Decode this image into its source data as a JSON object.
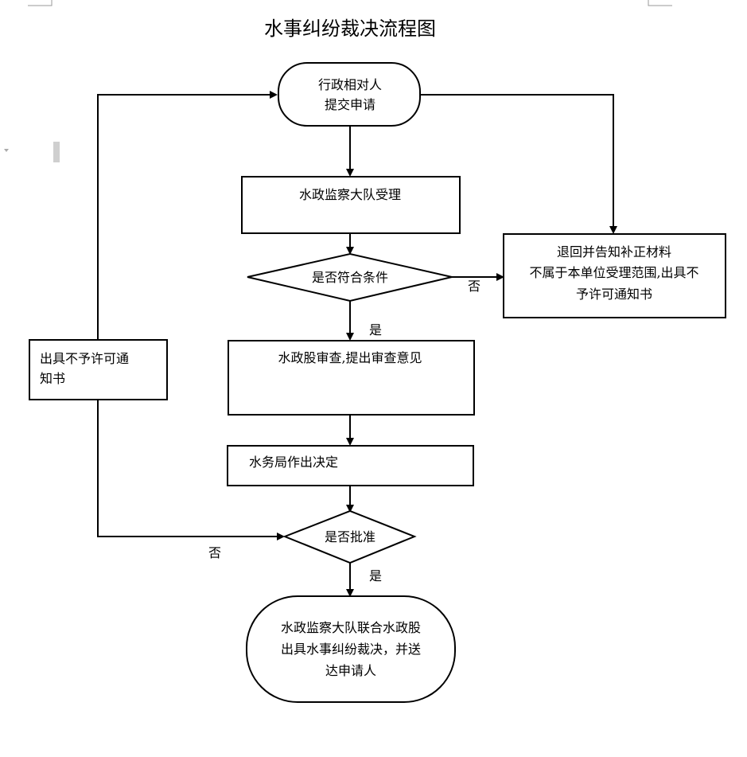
{
  "title": "水事纠纷裁决流程图",
  "nodes": {
    "submit": {
      "line1": "行政相对人",
      "line2": "提交申请"
    },
    "accept": {
      "line1": "水政监察大队受理"
    },
    "check": {
      "line1": "是否符合条件"
    },
    "return": {
      "line1": "退回并告知补正材料",
      "line2": "不属于本单位受理范围,出具不",
      "line3": "予许可通知书"
    },
    "notice": {
      "line1": "出具不予许可通",
      "line2": "知书"
    },
    "review": {
      "line1": "水政股审查,提出审查意见"
    },
    "decision": {
      "line1": "水务局作出决定"
    },
    "approve": {
      "line1": "是否批准"
    },
    "final": {
      "line1": "水政监察大队联合水政股",
      "line2": "出具水事纠纷裁决，并送",
      "line3": "达申请人"
    }
  },
  "edges": {
    "check_no": "否",
    "check_yes": "是",
    "approve_no": "否",
    "approve_yes": "是"
  }
}
